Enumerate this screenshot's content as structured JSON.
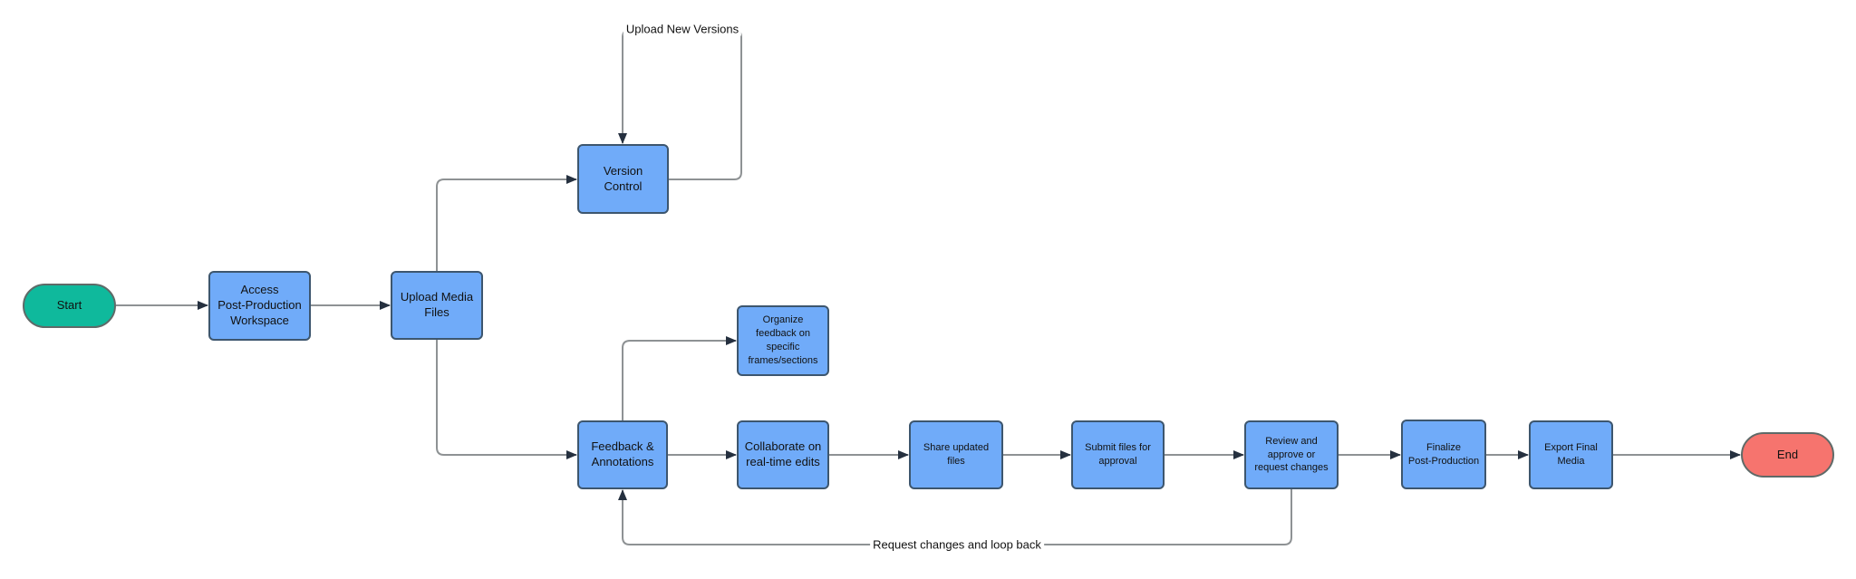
{
  "colors": {
    "start_fill": "#0fb99c",
    "end_fill": "#f6746e",
    "process_fill": "#70abf9",
    "process_border": "#3d566e",
    "terminator_border": "#5f6a68",
    "connector_line": "#8e9294",
    "arrowhead": "#25303f",
    "text": "#111111",
    "background": "#ffffff"
  },
  "nodes": {
    "start": {
      "label": "Start",
      "shape": "terminator"
    },
    "access_workspace": {
      "label": "Access\nPost-Production\nWorkspace",
      "shape": "process"
    },
    "upload_media": {
      "label": "Upload Media\nFiles",
      "shape": "process"
    },
    "version_control": {
      "label": "Version\nControl",
      "shape": "process"
    },
    "feedback_annotations": {
      "label": "Feedback &\nAnnotations",
      "shape": "process"
    },
    "organize_feedback": {
      "label": "Organize\nfeedback on\nspecific\nframes/sections",
      "shape": "process"
    },
    "collaborate_edits": {
      "label": "Collaborate on\nreal-time edits",
      "shape": "process"
    },
    "share_files": {
      "label": "Share updated\nfiles",
      "shape": "process"
    },
    "submit_approval": {
      "label": "Submit files for\napproval",
      "shape": "process"
    },
    "review_approve": {
      "label": "Review and\napprove or\nrequest changes",
      "shape": "process"
    },
    "finalize_post_production": {
      "label": "Finalize\nPost-Production",
      "shape": "process"
    },
    "export_final_media": {
      "label": "Export Final\nMedia",
      "shape": "process"
    },
    "end": {
      "label": "End",
      "shape": "terminator"
    }
  },
  "edge_labels": {
    "upload_new_versions": "Upload New Versions",
    "request_changes_loop": "Request changes and loop back"
  },
  "edges": [
    {
      "from": "start",
      "to": "access_workspace",
      "label": ""
    },
    {
      "from": "access_workspace",
      "to": "upload_media",
      "label": ""
    },
    {
      "from": "upload_media",
      "to": "version_control",
      "label": ""
    },
    {
      "from": "upload_media",
      "to": "feedback_annotations",
      "label": ""
    },
    {
      "from": "version_control",
      "to": "version_control",
      "label": "Upload New Versions"
    },
    {
      "from": "feedback_annotations",
      "to": "organize_feedback",
      "label": ""
    },
    {
      "from": "feedback_annotations",
      "to": "collaborate_edits",
      "label": ""
    },
    {
      "from": "collaborate_edits",
      "to": "share_files",
      "label": ""
    },
    {
      "from": "share_files",
      "to": "submit_approval",
      "label": ""
    },
    {
      "from": "submit_approval",
      "to": "review_approve",
      "label": ""
    },
    {
      "from": "review_approve",
      "to": "finalize_post_production",
      "label": ""
    },
    {
      "from": "finalize_post_production",
      "to": "export_final_media",
      "label": ""
    },
    {
      "from": "export_final_media",
      "to": "end",
      "label": ""
    },
    {
      "from": "review_approve",
      "to": "feedback_annotations",
      "label": "Request changes and loop back"
    }
  ]
}
